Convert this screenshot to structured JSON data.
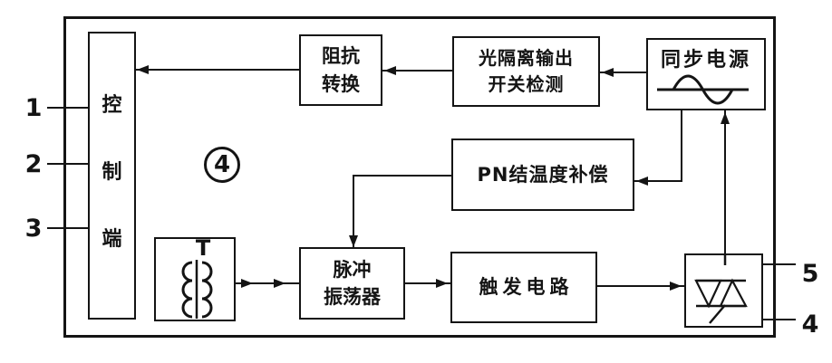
{
  "figure": {
    "badge_number": "4",
    "ink_color": "#141414",
    "background_color": "#ffffff"
  },
  "terminals": {
    "t1": "1",
    "t2": "2",
    "t3": "3",
    "t4": "4",
    "t5": "5"
  },
  "blocks": {
    "control": {
      "chars": [
        "控",
        "制",
        "端"
      ]
    },
    "impedance": {
      "lines": [
        "阻抗",
        "转换"
      ]
    },
    "opto": {
      "lines": [
        "光隔离输出",
        "开关检测"
      ]
    },
    "sync": {
      "label": "同步电源"
    },
    "pn": {
      "label": "PN结温度补偿"
    },
    "transformer": {
      "label": "T"
    },
    "pulse": {
      "lines": [
        "脉冲",
        "振荡器"
      ]
    },
    "trigger": {
      "label": "触发电路"
    }
  },
  "symbols": {
    "sync_power_icon": "sine-wave",
    "transformer_icon": "transformer-windings",
    "output_icon": "triac"
  },
  "connections": [
    {
      "from": "sync",
      "to": "opto"
    },
    {
      "from": "opto",
      "to": "impedance"
    },
    {
      "from": "impedance",
      "to": "control"
    },
    {
      "from": "sync",
      "to": "pn"
    },
    {
      "from": "pn",
      "to": "pulse"
    },
    {
      "from": "transformer",
      "to": "pulse"
    },
    {
      "from": "pulse",
      "to": "trigger"
    },
    {
      "from": "trigger",
      "to": "triac"
    },
    {
      "from": "triac",
      "to": "sync"
    }
  ]
}
